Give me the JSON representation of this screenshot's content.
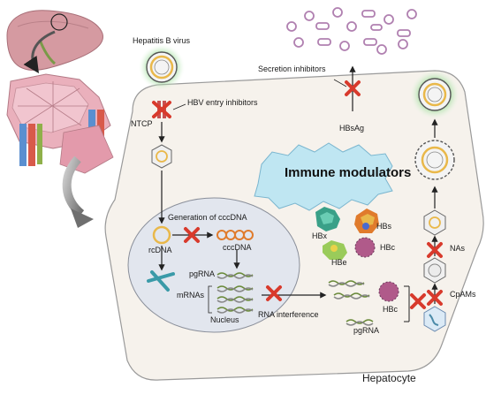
{
  "labels": {
    "hepatitis_b_virus": "Hepatitis B virus",
    "hbv_entry_inhibitors": "HBV entry inhibitors",
    "ntcp": "NTCP",
    "secretion_inhibitors": "Secretion inhibitors",
    "hbsag": "HBsAg",
    "immune_modulators": "Immune modulators",
    "generation_of_cccdna": "Generation of cccDNA",
    "rcdna": "rcDNA",
    "cccdna": "cccDNA",
    "pgrna_nucleus": "pgRNA",
    "mrnas": "mRNAs",
    "nucleus": "Nucleus",
    "rna_interference": "RNA interference",
    "hbx": "HBx",
    "hbs": "HBs",
    "hbe": "HBe",
    "hbc_upper": "HBc",
    "hbc_lower": "HBc",
    "pgrna_cytoplasm": "pgRNA",
    "nas": "NAs",
    "cpams": "CpAMs",
    "hepatocyte": "Hepatocyte"
  },
  "colors": {
    "cell_fill": "#f6f2ec",
    "cell_stroke": "#9a9a9a",
    "nucleus_fill": "#e2e6ee",
    "inhibition_x": "#d83a2c",
    "virion_glow": "#9ed89a",
    "capsid": "#e9b84a",
    "cccdna": "#e07b2c",
    "immune_fill": "#bfe6f2",
    "secreted_particle": "#b080b0",
    "liver": "#d8a2a8",
    "lobule": "#e8a7b4",
    "arrow": "#222222"
  }
}
